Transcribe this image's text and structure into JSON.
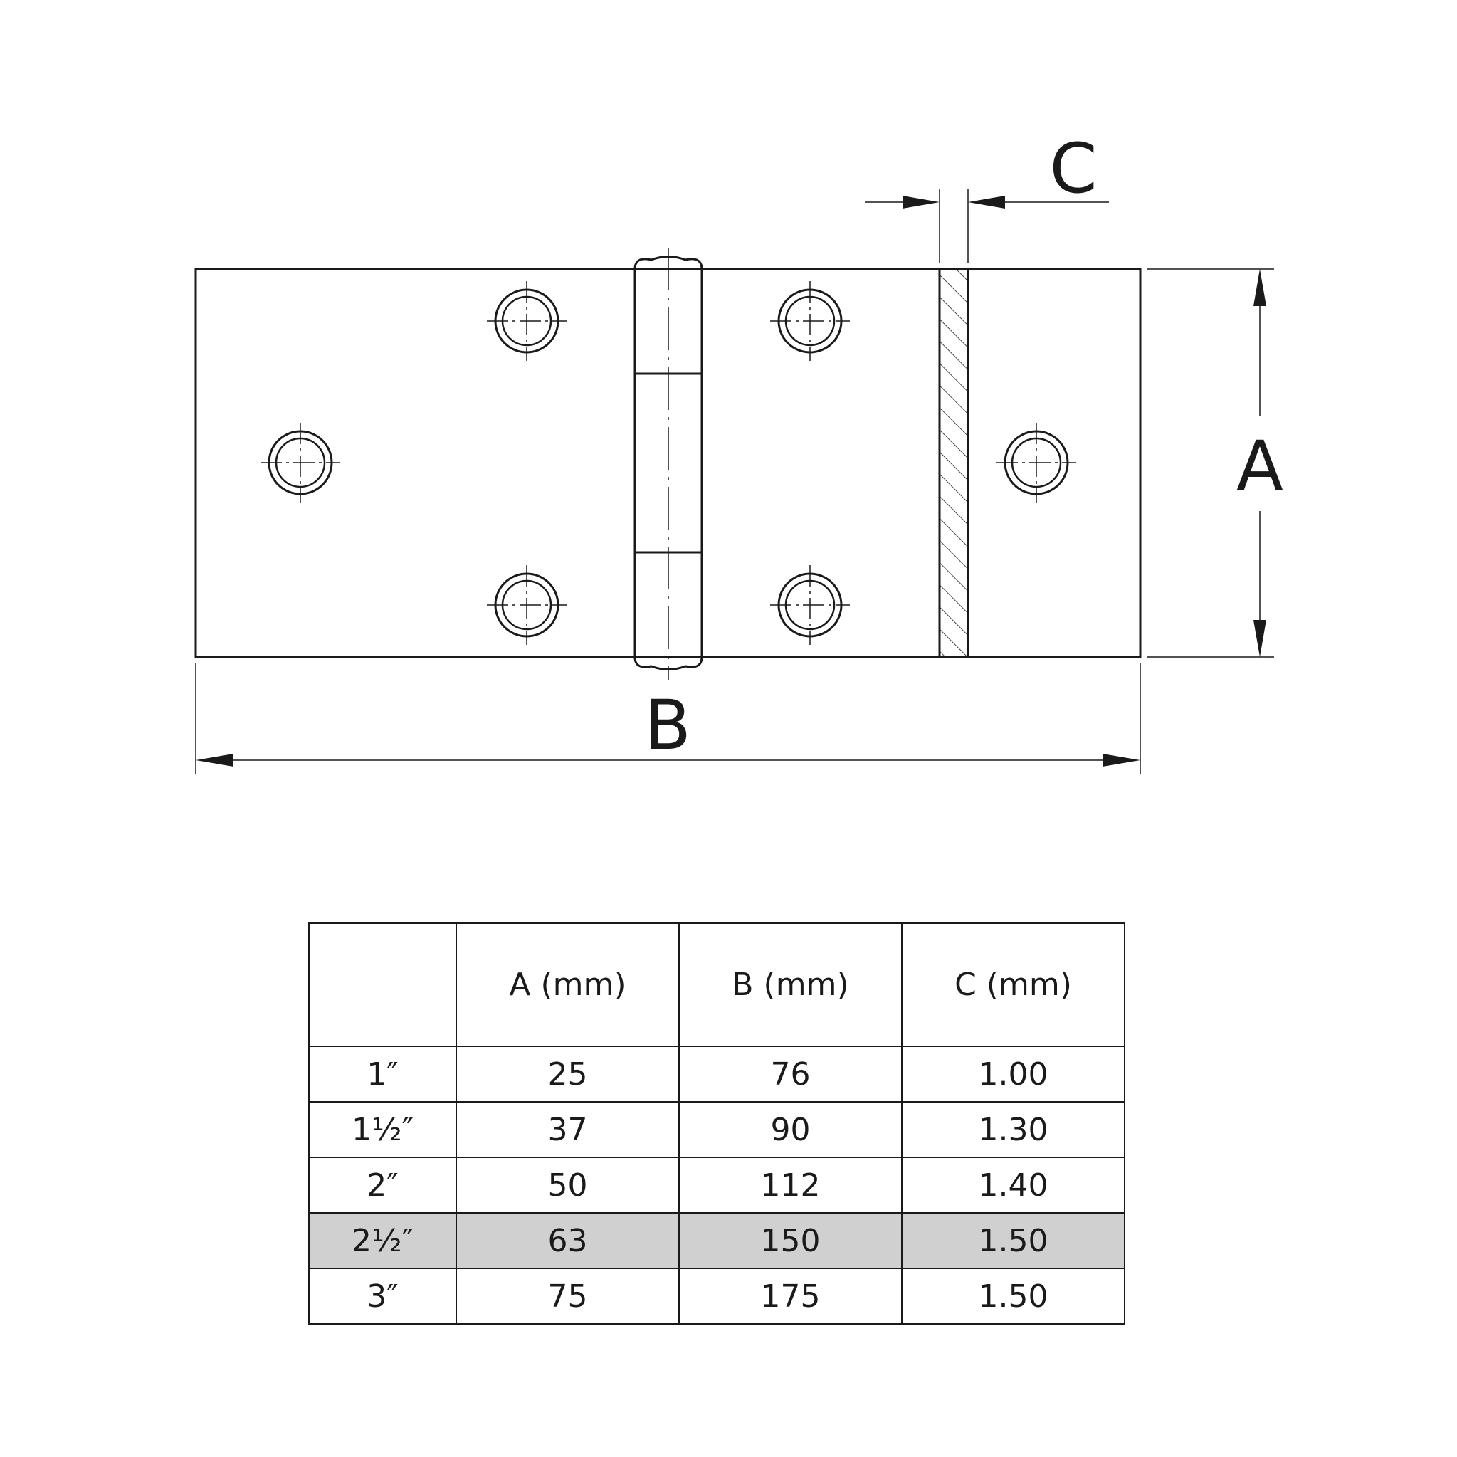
{
  "labels": {
    "a": "A",
    "b": "B",
    "c": "C"
  },
  "table": {
    "headers": [
      "",
      "A (mm)",
      "B (mm)",
      "C (mm)"
    ],
    "rows": [
      {
        "size": "1″",
        "a": "25",
        "b": "76",
        "c": "1.00",
        "highlight": false
      },
      {
        "size": "1½″",
        "a": "37",
        "b": "90",
        "c": "1.30",
        "highlight": false
      },
      {
        "size": "2″",
        "a": "50",
        "b": "112",
        "c": "1.40",
        "highlight": false
      },
      {
        "size": "2½″",
        "a": "63",
        "b": "150",
        "c": "1.50",
        "highlight": true
      },
      {
        "size": "3″",
        "a": "75",
        "b": "175",
        "c": "1.50",
        "highlight": false
      }
    ]
  },
  "colors": {
    "line": "#1a1a1a",
    "highlight_row": "#d0d0d0"
  }
}
